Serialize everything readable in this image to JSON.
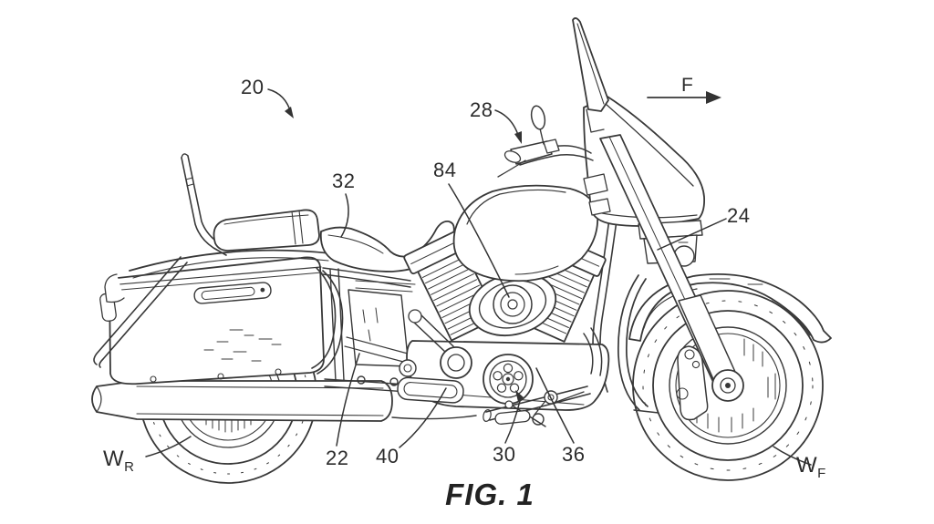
{
  "figure": {
    "caption": "FIG. 1",
    "direction_label": "F",
    "colors": {
      "background": "#ffffff",
      "line": "#383838",
      "label": "#2c2c2c"
    },
    "refs": {
      "n20": "20",
      "n22": "22",
      "n24": "24",
      "n28": "28",
      "n30": "30",
      "n32": "32",
      "n36": "36",
      "n40": "40",
      "n84": "84",
      "wr": {
        "main": "W",
        "sub": "R"
      },
      "wf": {
        "main": "W",
        "sub": "F"
      }
    }
  }
}
